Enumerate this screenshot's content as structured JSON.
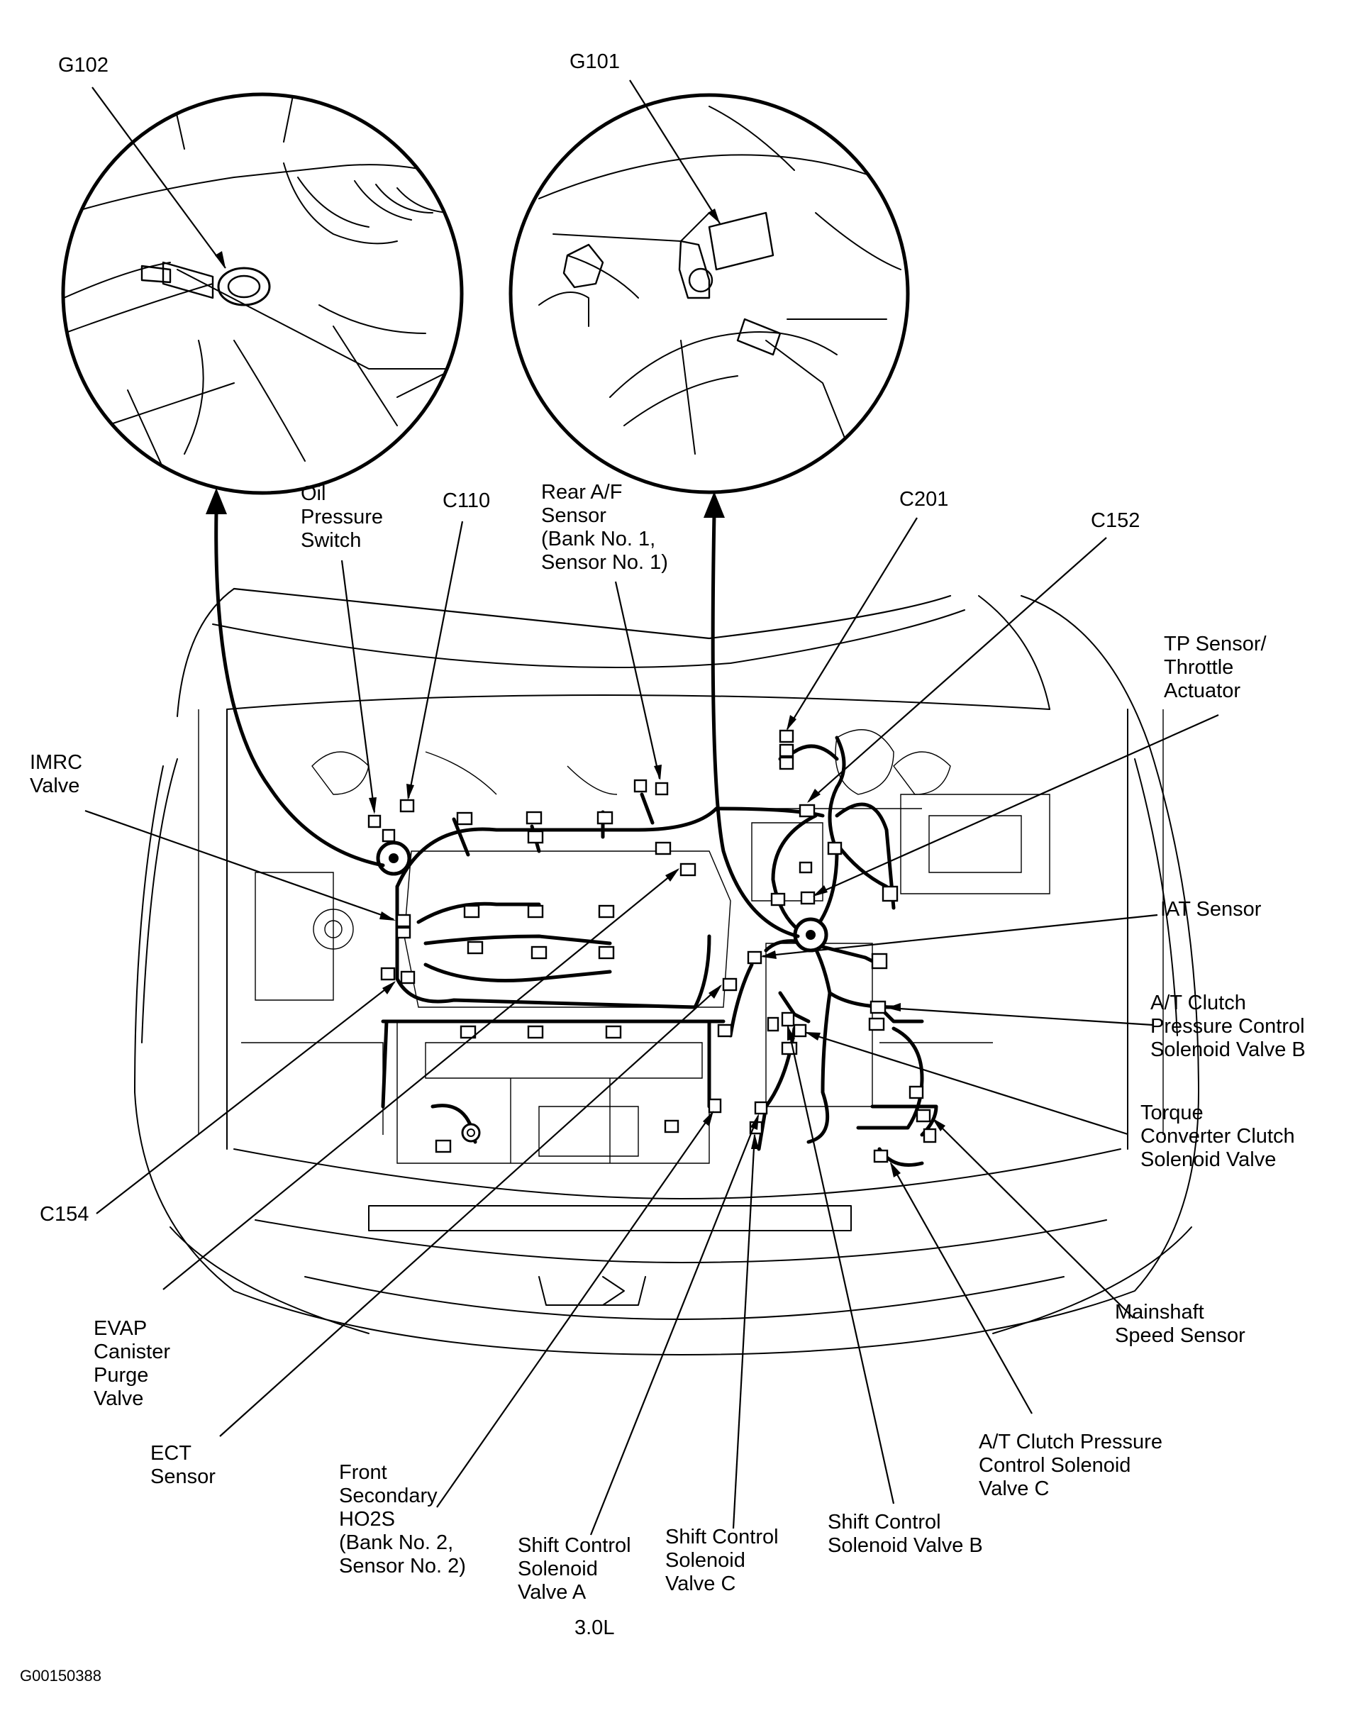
{
  "diagram": {
    "view_label": "3.0L",
    "figure_id": "G00150388",
    "callouts": {
      "g102": "G102",
      "g101": "G101",
      "oil_pressure_switch": "Oil\nPressure\nSwitch",
      "c110": "C110",
      "rear_af_sensor": "Rear A/F\nSensor\n(Bank No. 1,\nSensor No. 1)",
      "c201": "C201",
      "c152": "C152",
      "tp_sensor": "TP Sensor/\nThrottle\nActuator",
      "imrc_valve": "IMRC\nValve",
      "iat_sensor": "IAT Sensor",
      "at_clutch_b": "A/T Clutch\nPressure Control\nSolenoid Valve B",
      "torque_converter": "Torque\nConverter Clutch\nSolenoid Valve",
      "c154": "C154",
      "mainshaft_speed": "Mainshaft\nSpeed Sensor",
      "evap_canister": "EVAP\nCanister\nPurge\nValve",
      "ect_sensor": "ECT\nSensor",
      "at_clutch_c": "A/T Clutch Pressure\nControl Solenoid\nValve C",
      "front_secondary_ho2s": "Front\nSecondary\nHO2S\n(Bank No. 2,\nSensor No. 2)",
      "shift_a": "Shift Control\nSolenoid\nValve A",
      "shift_c": "Shift Control\nSolenoid\nValve C",
      "shift_b": "Shift Control\nSolenoid Valve B"
    }
  }
}
